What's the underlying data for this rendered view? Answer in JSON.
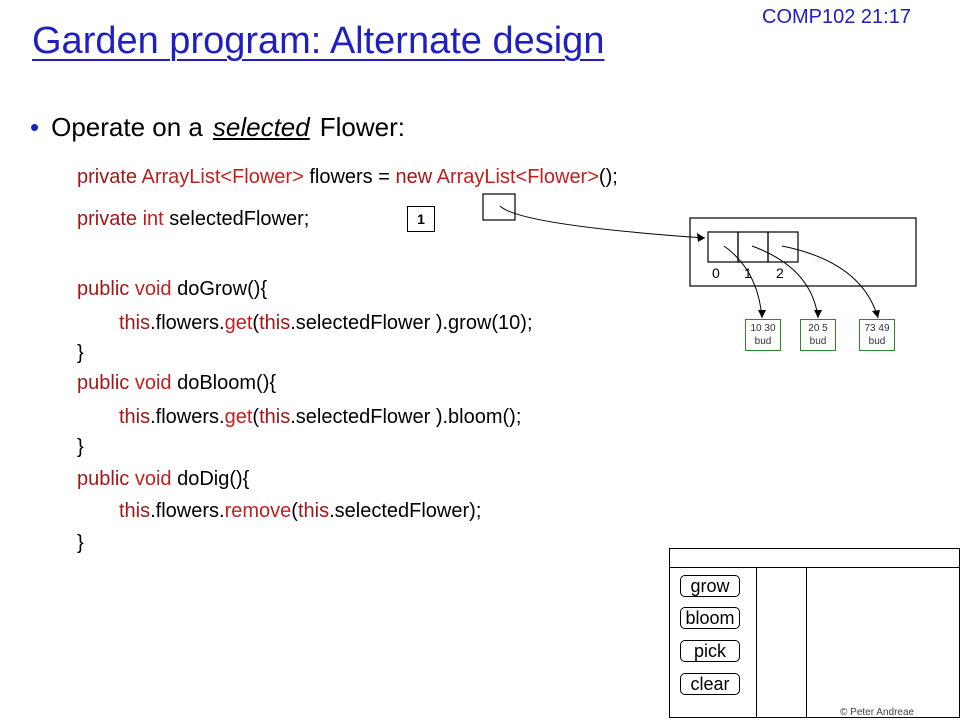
{
  "header": {
    "course": "COMP102 21:17",
    "title": "Garden program:  Alternate design"
  },
  "bullet": {
    "prefix": "Operate on a",
    "emphasis": "selected",
    "suffix": "Flower:"
  },
  "code": {
    "l1_kw": "private",
    "l1_type": "ArrayList<Flower>",
    "l1_mid": " flowers = ",
    "l1_new": "new",
    "l1_type2": "ArrayList<Flower>",
    "l1_end": "();",
    "l2_kw": "private",
    "l2_type": "int",
    "l2_rest": "  selectedFlower;",
    "l2_value": "1",
    "grow_kw": "public",
    "grow_void": "void",
    "grow_sig": "doGrow(){",
    "grow_this1": "this",
    "grow_fl": ".flowers.",
    "grow_get": "get",
    "grow_paren": "(",
    "grow_this2": "this",
    "grow_rest": ".selectedFlower ).grow(10);",
    "close1": "}",
    "bloom_kw": "public",
    "bloom_void": "void",
    "bloom_sig": "doBloom(){",
    "bloom_this1": "this",
    "bloom_fl": ".flowers.",
    "bloom_get": "get",
    "bloom_paren": "(",
    "bloom_this2": "this",
    "bloom_rest": ".selectedFlower ).bloom();",
    "close2": "}",
    "dig_kw": "public",
    "dig_void": "void",
    "dig_sig": "doDig(){",
    "dig_this1": "this",
    "dig_fl": ".flowers.",
    "dig_remove": "remove",
    "dig_paren": "(",
    "dig_this2": "this",
    "dig_rest": ".selectedFlower);",
    "close3": "}"
  },
  "diagram": {
    "indices": [
      "0",
      "1",
      "2"
    ],
    "flowers": [
      {
        "coords": "10 30",
        "state": "bud"
      },
      {
        "coords": "20 5",
        "state": "bud"
      },
      {
        "coords": "73 49",
        "state": "bud"
      }
    ]
  },
  "gui": {
    "buttons": [
      "grow",
      "bloom",
      "pick",
      "clear"
    ]
  },
  "footer": "© Peter Andreae",
  "colors": {
    "title": "#2020c0",
    "keyword": "#a01818",
    "flower_green": "#1aaa3a",
    "box_green": "#2a8a2a"
  }
}
